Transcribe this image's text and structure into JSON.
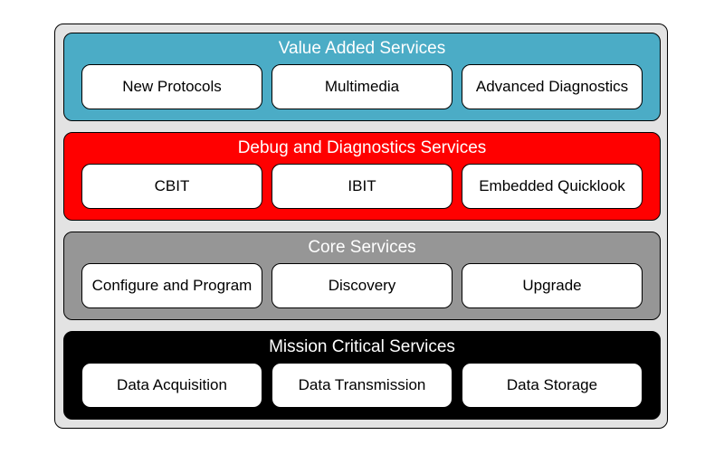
{
  "diagram": {
    "layers": [
      {
        "title": "Value Added Services",
        "color": "#4bacc6",
        "items": [
          "New Protocols",
          "Multimedia",
          "Advanced Diagnostics"
        ]
      },
      {
        "title": "Debug and Diagnostics Services",
        "color": "#ff0000",
        "items": [
          "CBIT",
          "IBIT",
          "Embedded Quicklook"
        ]
      },
      {
        "title": "Core Services",
        "color": "#969696",
        "items": [
          "Configure and Program",
          "Discovery",
          "Upgrade"
        ]
      },
      {
        "title": "Mission Critical Services",
        "color": "#000000",
        "items": [
          "Data Acquisition",
          "Data Transmission",
          "Data Storage"
        ]
      }
    ]
  }
}
